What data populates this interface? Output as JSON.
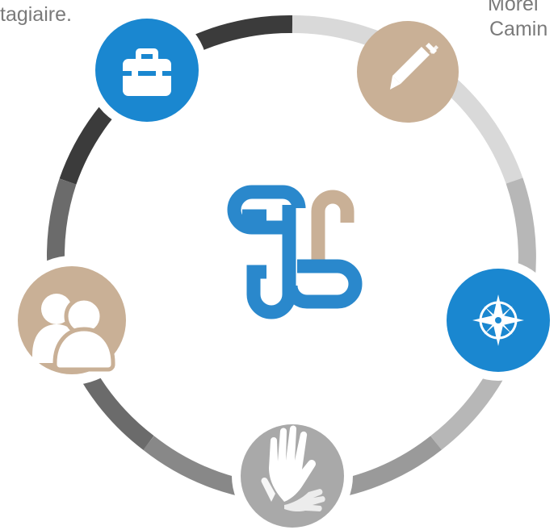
{
  "edge_text": {
    "top_left": "tagiaire.",
    "top_right_line1": "Morel",
    "top_right_line2": "Camin"
  },
  "ring": {
    "segments": [
      {
        "name": "dark",
        "color": "#3b3b3b"
      },
      {
        "name": "light",
        "color": "#d9d9d9"
      },
      {
        "name": "mid-light",
        "color": "#b7b7b7"
      },
      {
        "name": "mid",
        "color": "#9a9a9a"
      },
      {
        "name": "mid-dark",
        "color": "#888888"
      },
      {
        "name": "darker",
        "color": "#6b6b6b"
      }
    ]
  },
  "nodes": [
    {
      "icon": "briefcase-icon",
      "color": "#1a87d0"
    },
    {
      "icon": "pen-icon",
      "color": "#c9b096"
    },
    {
      "icon": "compass-icon",
      "color": "#1a87d0"
    },
    {
      "icon": "hands-icon",
      "color": "#a9a9a9"
    },
    {
      "icon": "users-icon",
      "color": "#c9b096"
    }
  ],
  "center_logo": {
    "icon": "knot-logo-icon",
    "primary": "#2a88cc",
    "secondary": "#c9b096"
  }
}
